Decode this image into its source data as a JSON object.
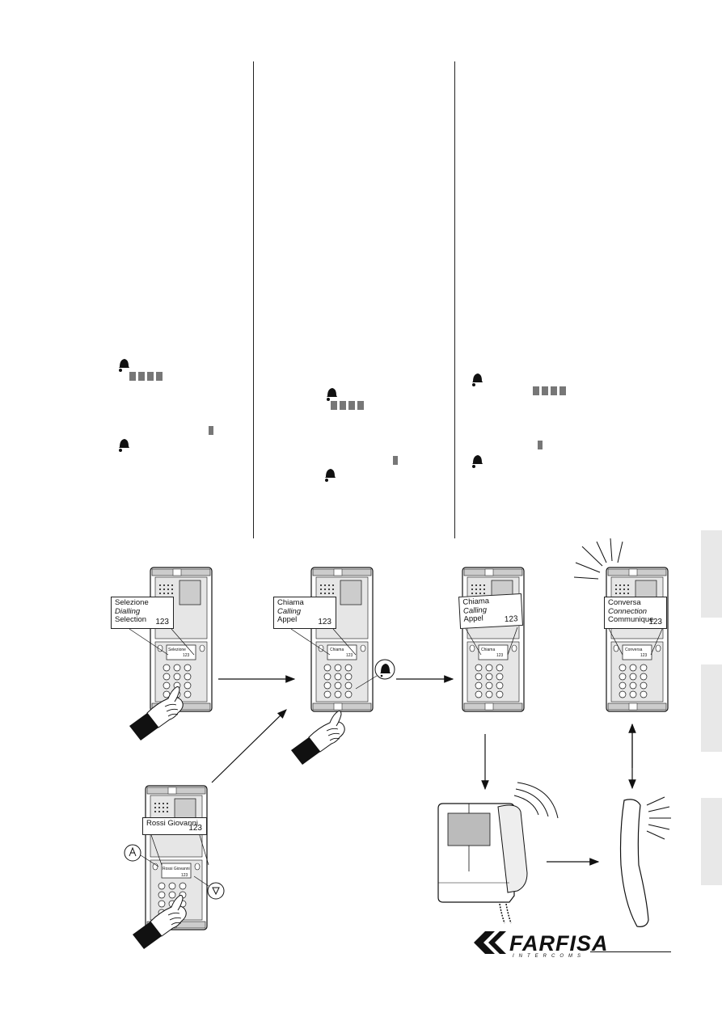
{
  "panels": {
    "selection": {
      "lines": [
        "Selezione",
        "Dialling",
        "Selection"
      ],
      "number": "123",
      "display_text": "Selezione",
      "display_num": "123"
    },
    "calling": {
      "lines": [
        "Chiama",
        "Calling",
        "Appel"
      ],
      "number": "123",
      "display_text": "Chiama",
      "display_num": "123"
    },
    "calling2": {
      "lines": [
        "Chiama",
        "Calling",
        "Appel"
      ],
      "number": "123",
      "display_text": "Chiama",
      "display_num": "123"
    },
    "connection": {
      "lines": [
        "Conversa",
        "Connection",
        "Communique"
      ],
      "number": "123",
      "display_text": "Conversa",
      "display_num": "123"
    },
    "name": {
      "lines": [
        "Rossi Giovanni"
      ],
      "number": "123",
      "display_text": "Rossi Giovanni",
      "display_num": "123"
    }
  },
  "logo": {
    "name": "FARFISA",
    "sub": "INTERCOMS"
  },
  "icons": [
    "bell-icon",
    "hand-icon",
    "arrow-icon",
    "monitor-icon",
    "handset-icon",
    "sound-waves-icon"
  ]
}
